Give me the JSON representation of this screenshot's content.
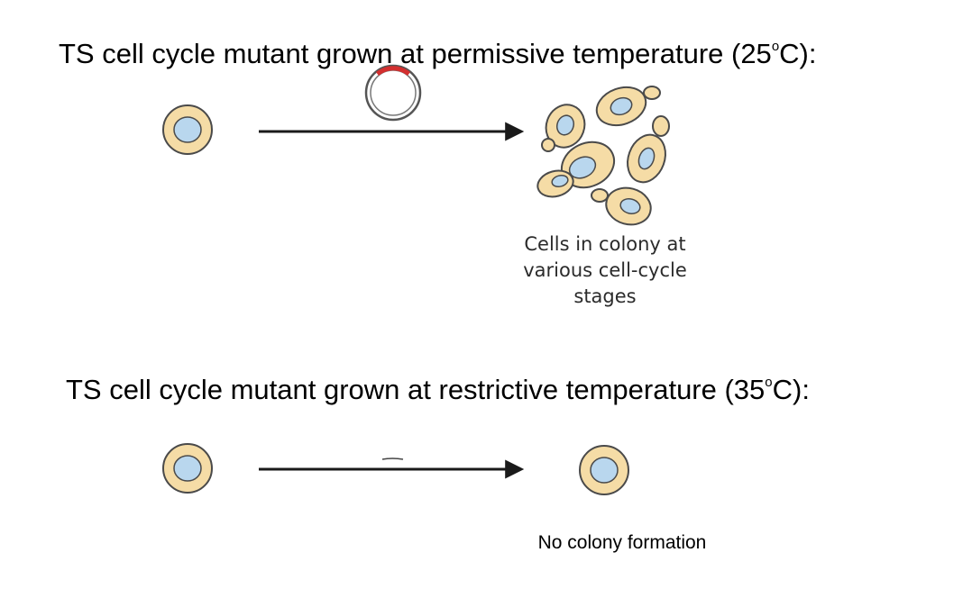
{
  "permissive": {
    "heading_prefix": "TS cell cycle mutant grown at permissive temperature (25",
    "degree": "o",
    "heading_suffix": "C):",
    "caption_lines": [
      "Cells in colony at",
      "various cell-cycle",
      "stages"
    ]
  },
  "restrictive": {
    "heading_prefix": "TS cell cycle mutant grown at restrictive temperature (35",
    "degree": "o",
    "heading_suffix": "C):",
    "caption": "No colony formation"
  },
  "colors": {
    "cell_fill": "#f5dca6",
    "cell_stroke": "#4a4a4a",
    "nucleus_fill": "#b9d7ee",
    "plasmid_insert": "#d32f2f",
    "arrow": "#1a1a1a"
  }
}
